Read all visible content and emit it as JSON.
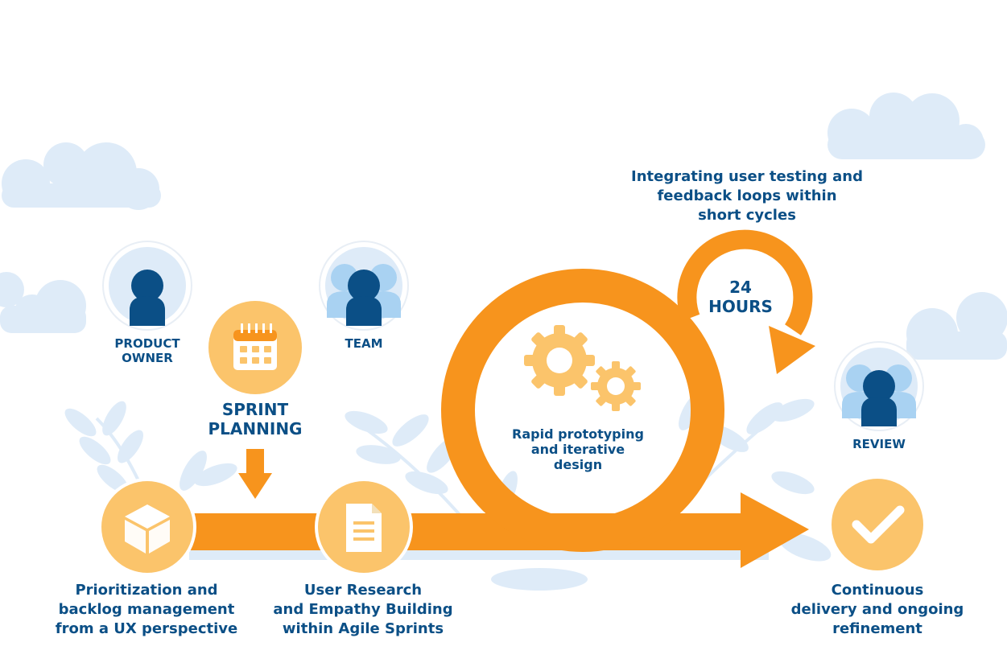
{
  "roles": {
    "product_owner": [
      "PRODUCT",
      "OWNER"
    ],
    "team": "TEAM",
    "review": "REVIEW"
  },
  "sprint_planning": [
    "SPRINT",
    "PLANNING"
  ],
  "loop": {
    "timer": [
      "24",
      "HOURS"
    ],
    "inner": [
      "Rapid prototyping",
      "and iterative",
      "design"
    ],
    "top": [
      "Integrating user testing and",
      "feedback loops within",
      "short cycles"
    ]
  },
  "steps": {
    "backlog": [
      "Prioritization and",
      "backlog management",
      "from a UX perspective"
    ],
    "research": [
      "User Research",
      "and Empathy Building",
      "within Agile Sprints"
    ],
    "delivery": [
      "Continuous",
      "delivery and ongoing",
      "refinement"
    ]
  },
  "colors": {
    "orange": "#f7941d",
    "light_orange": "#fbc46b",
    "navy": "#0b4f86",
    "sky": "#deebf8",
    "person_light": "#a9d2f2"
  },
  "icons": [
    "user-icon",
    "team-icon",
    "calendar-icon",
    "cube-icon",
    "document-icon",
    "gear-icon",
    "check-icon"
  ]
}
